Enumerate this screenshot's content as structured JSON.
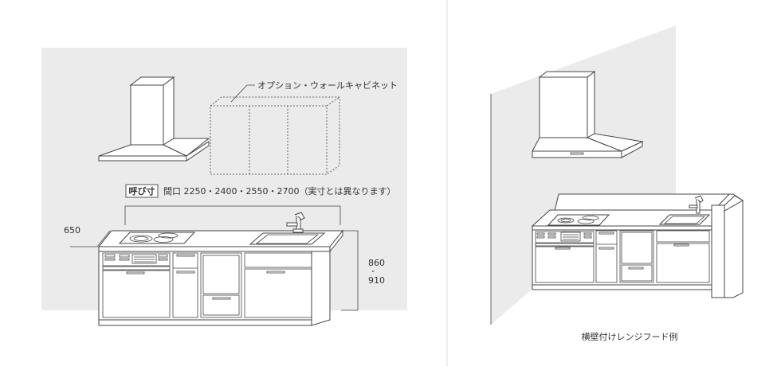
{
  "left_panel": {
    "wall_cabinet_label": "オプション・ウォールキャビネット",
    "size_badge": "呼び寸",
    "size_text": "間口 2250・2400・2550・2700（実寸とは異なります）",
    "depth_label": "650",
    "height_label_top": "860",
    "height_label_dot": "・",
    "height_label_bottom": "910"
  },
  "right_panel": {
    "caption": "横壁付けレンジフード例"
  },
  "colors": {
    "wall": "#ebebeb",
    "line": "#444444",
    "divider": "#dddddd"
  }
}
